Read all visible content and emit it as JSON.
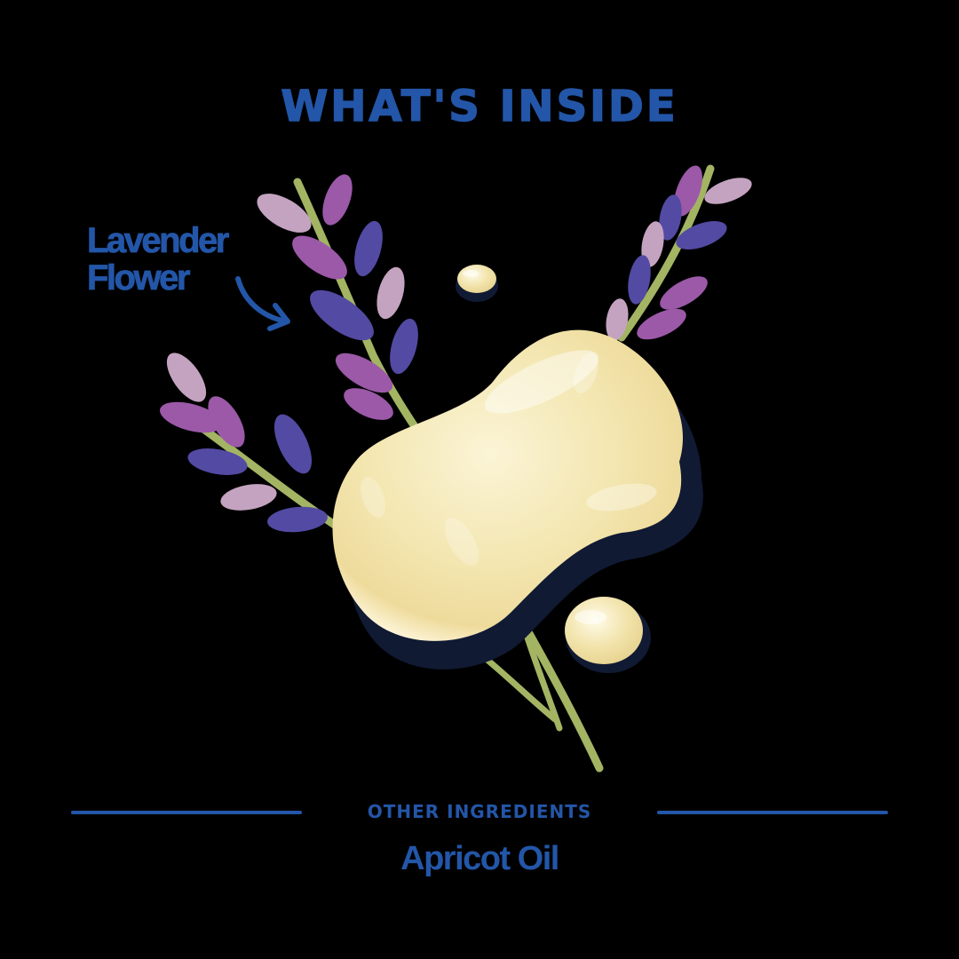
{
  "header": {
    "title": "WHAT'S INSIDE"
  },
  "callout": {
    "line1": "Lavender",
    "line2": "Flower",
    "icon": "curved-arrow-icon"
  },
  "illustration": {
    "subject": "lavender sprigs with oil droplet",
    "icons": [
      "lavender-sprig-icon",
      "oil-droplet-icon"
    ]
  },
  "footer": {
    "section_label": "OTHER INGREDIENTS",
    "ingredients": [
      "Apricot Oil"
    ]
  },
  "colors": {
    "background": "#000000",
    "text_blue": "#2356a8",
    "lavender_light": "#c4a3c0",
    "lavender_mid": "#9b59a8",
    "lavender_dark": "#524aa3",
    "stem_green": "#a3b463",
    "oil_cream": "#f7ecc0",
    "shadow_navy": "#111a33"
  }
}
